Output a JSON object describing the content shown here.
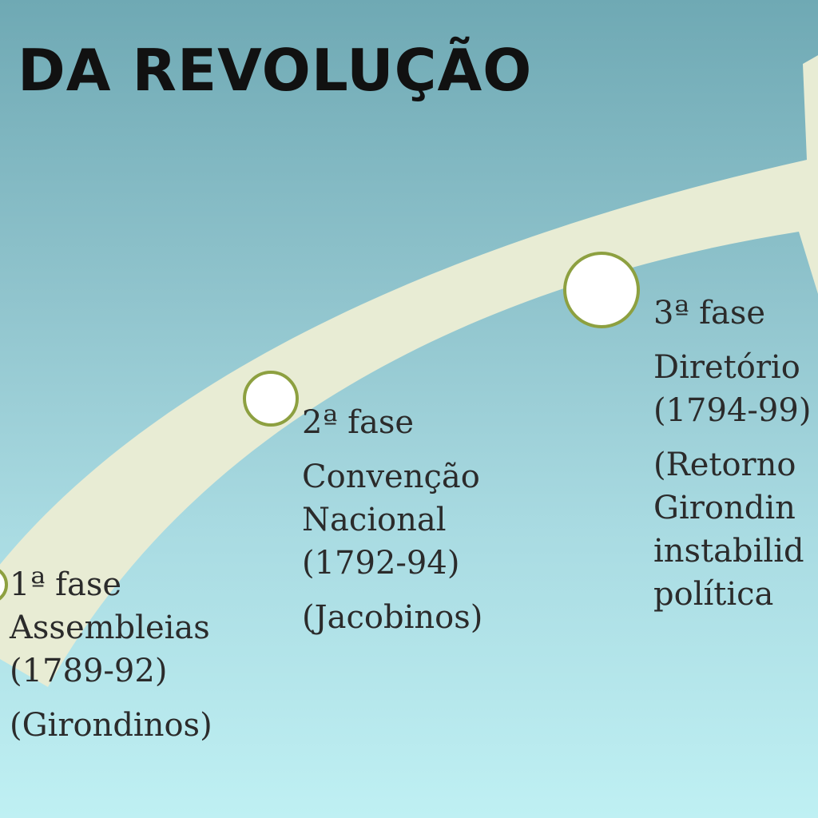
{
  "title": "DA REVOLUÇÃO",
  "colors": {
    "arrow": "#e8ecd4",
    "node_border": "#8da040",
    "bg_top": "#6fa9b4",
    "bg_bottom": "#bff0f3"
  },
  "phases": [
    {
      "fase": "1ª fase",
      "name_lines": [
        "Assembleias"
      ],
      "period": "(1789-92)",
      "group_lines": [
        "(Girondinos)"
      ]
    },
    {
      "fase": "2ª fase",
      "name_lines": [
        "Convenção",
        "Nacional"
      ],
      "period": "(1792-94)",
      "group_lines": [
        "(Jacobinos)"
      ]
    },
    {
      "fase": "3ª fase",
      "name_lines": [
        "Diretório"
      ],
      "period": "(1794-99)",
      "group_lines": [
        "(Retorno",
        "Girondin",
        "instabilid",
        "política"
      ]
    }
  ]
}
